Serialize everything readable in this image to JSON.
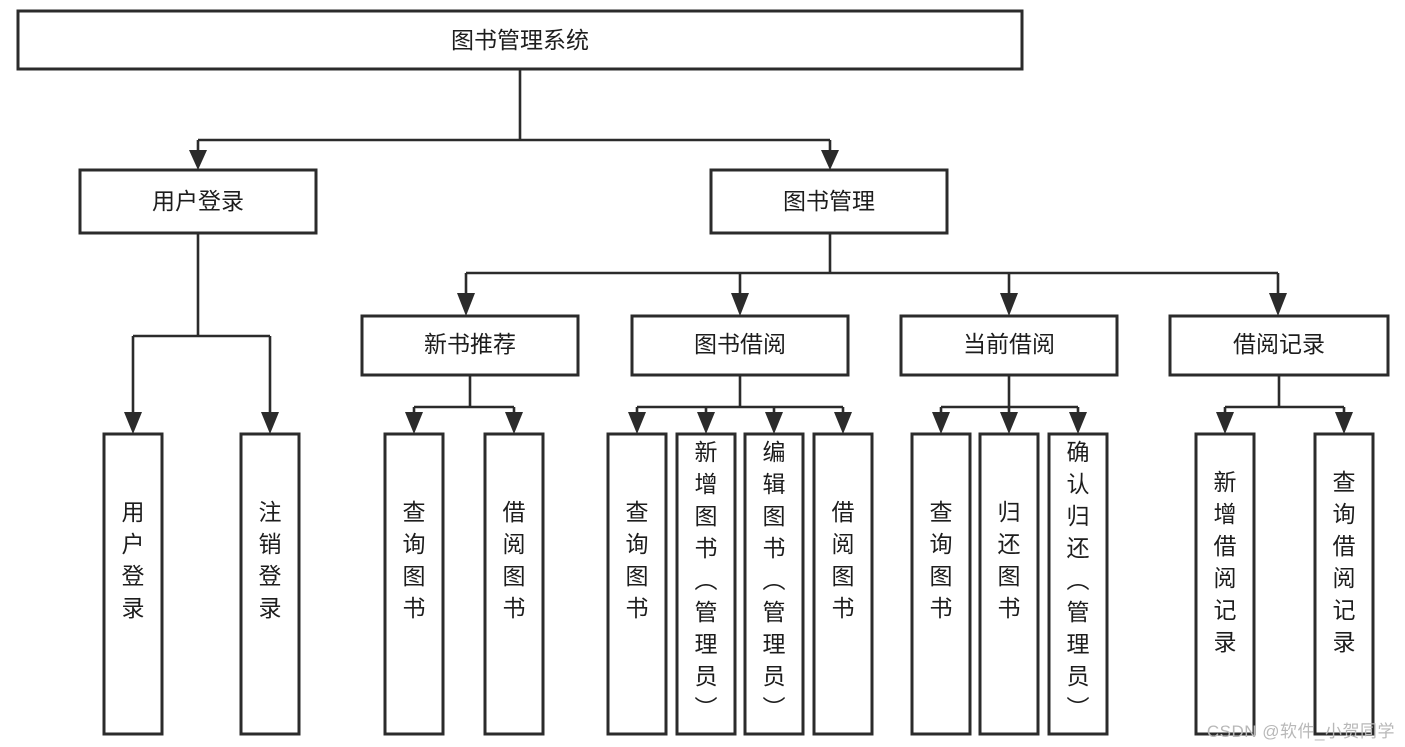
{
  "diagram": {
    "type": "tree-hierarchy-chart",
    "title": "图书管理系统",
    "background_color": "#ffffff",
    "stroke_color": "#2b2b2b",
    "fill_color": "#ffffff",
    "text_color": "#1d1d1d",
    "levels": 4,
    "root": {
      "id": "root",
      "label": "图书管理系统",
      "orientation": "horizontal"
    },
    "level2": [
      {
        "id": "user-login",
        "label": "用户登录",
        "orientation": "horizontal"
      },
      {
        "id": "book-manage",
        "label": "图书管理",
        "orientation": "horizontal"
      }
    ],
    "level3": [
      {
        "id": "new-book-recommend",
        "label": "新书推荐",
        "parent": "book-manage",
        "orientation": "horizontal"
      },
      {
        "id": "book-borrow",
        "label": "图书借阅",
        "parent": "book-manage",
        "orientation": "horizontal"
      },
      {
        "id": "current-borrow",
        "label": "当前借阅",
        "parent": "book-manage",
        "orientation": "horizontal"
      },
      {
        "id": "borrow-record",
        "label": "借阅记录",
        "parent": "book-manage",
        "orientation": "horizontal"
      }
    ],
    "leaves": [
      {
        "id": "leaf-user-login",
        "label": "用户登录",
        "parent": "user-login",
        "orientation": "vertical"
      },
      {
        "id": "leaf-user-logout",
        "label": "注销登录",
        "parent": "user-login",
        "orientation": "vertical"
      },
      {
        "id": "leaf-query-book-1",
        "label": "查询图书",
        "parent": "new-book-recommend",
        "orientation": "vertical"
      },
      {
        "id": "leaf-borrow-book-1",
        "label": "借阅图书",
        "parent": "new-book-recommend",
        "orientation": "vertical"
      },
      {
        "id": "leaf-query-book-2",
        "label": "查询图书",
        "parent": "book-borrow",
        "orientation": "vertical"
      },
      {
        "id": "leaf-add-book",
        "label": "新增图书（管理员）",
        "parent": "book-borrow",
        "orientation": "vertical"
      },
      {
        "id": "leaf-edit-book",
        "label": "编辑图书（管理员）",
        "parent": "book-borrow",
        "orientation": "vertical"
      },
      {
        "id": "leaf-borrow-book-2",
        "label": "借阅图书",
        "parent": "book-borrow",
        "orientation": "vertical"
      },
      {
        "id": "leaf-query-book-3",
        "label": "查询图书",
        "parent": "current-borrow",
        "orientation": "vertical"
      },
      {
        "id": "leaf-return-book",
        "label": "归还图书",
        "parent": "current-borrow",
        "orientation": "vertical"
      },
      {
        "id": "leaf-confirm-return",
        "label": "确认归还（管理员）",
        "parent": "current-borrow",
        "orientation": "vertical"
      },
      {
        "id": "leaf-add-record",
        "label": "新增借阅记录",
        "parent": "borrow-record",
        "orientation": "vertical"
      },
      {
        "id": "leaf-query-record",
        "label": "查询借阅记录",
        "parent": "borrow-record",
        "orientation": "vertical"
      }
    ]
  },
  "watermark": {
    "text": "CSDN @软件_小贺同学"
  }
}
